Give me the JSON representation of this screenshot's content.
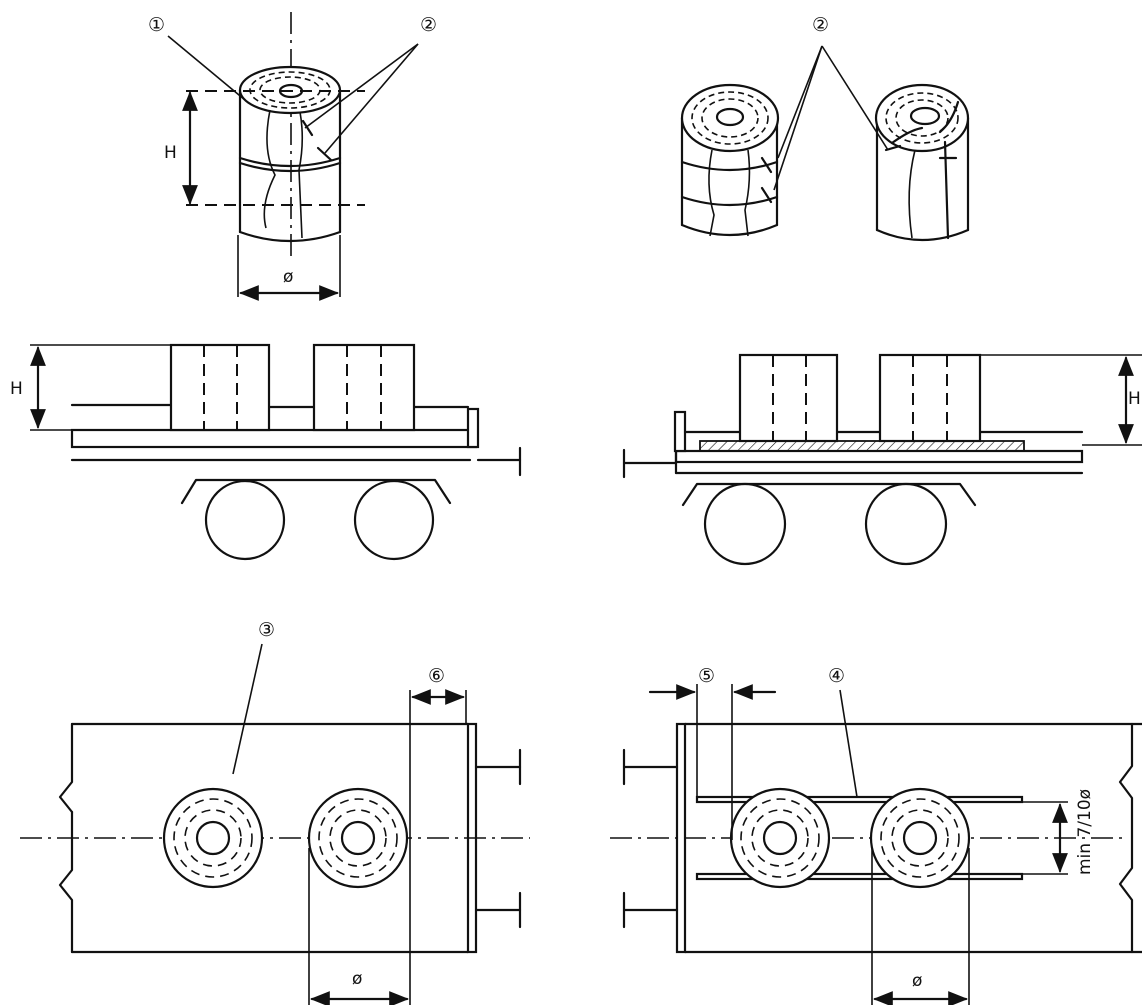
{
  "labels": {
    "callout_1": "①",
    "callout_2_left": "②",
    "callout_2_right": "②",
    "callout_3": "③",
    "callout_4": "④",
    "callout_5": "⑤",
    "callout_6": "⑥",
    "dim_height_roll": "H",
    "dim_diameter_roll": "ø",
    "dim_height_left_wagon": "H",
    "dim_height_right_wagon": "H",
    "dim_diameter_left_plan": "ø",
    "dim_diameter_right_plan": "ø",
    "dim_min_spacing": "min 7/10ø"
  }
}
